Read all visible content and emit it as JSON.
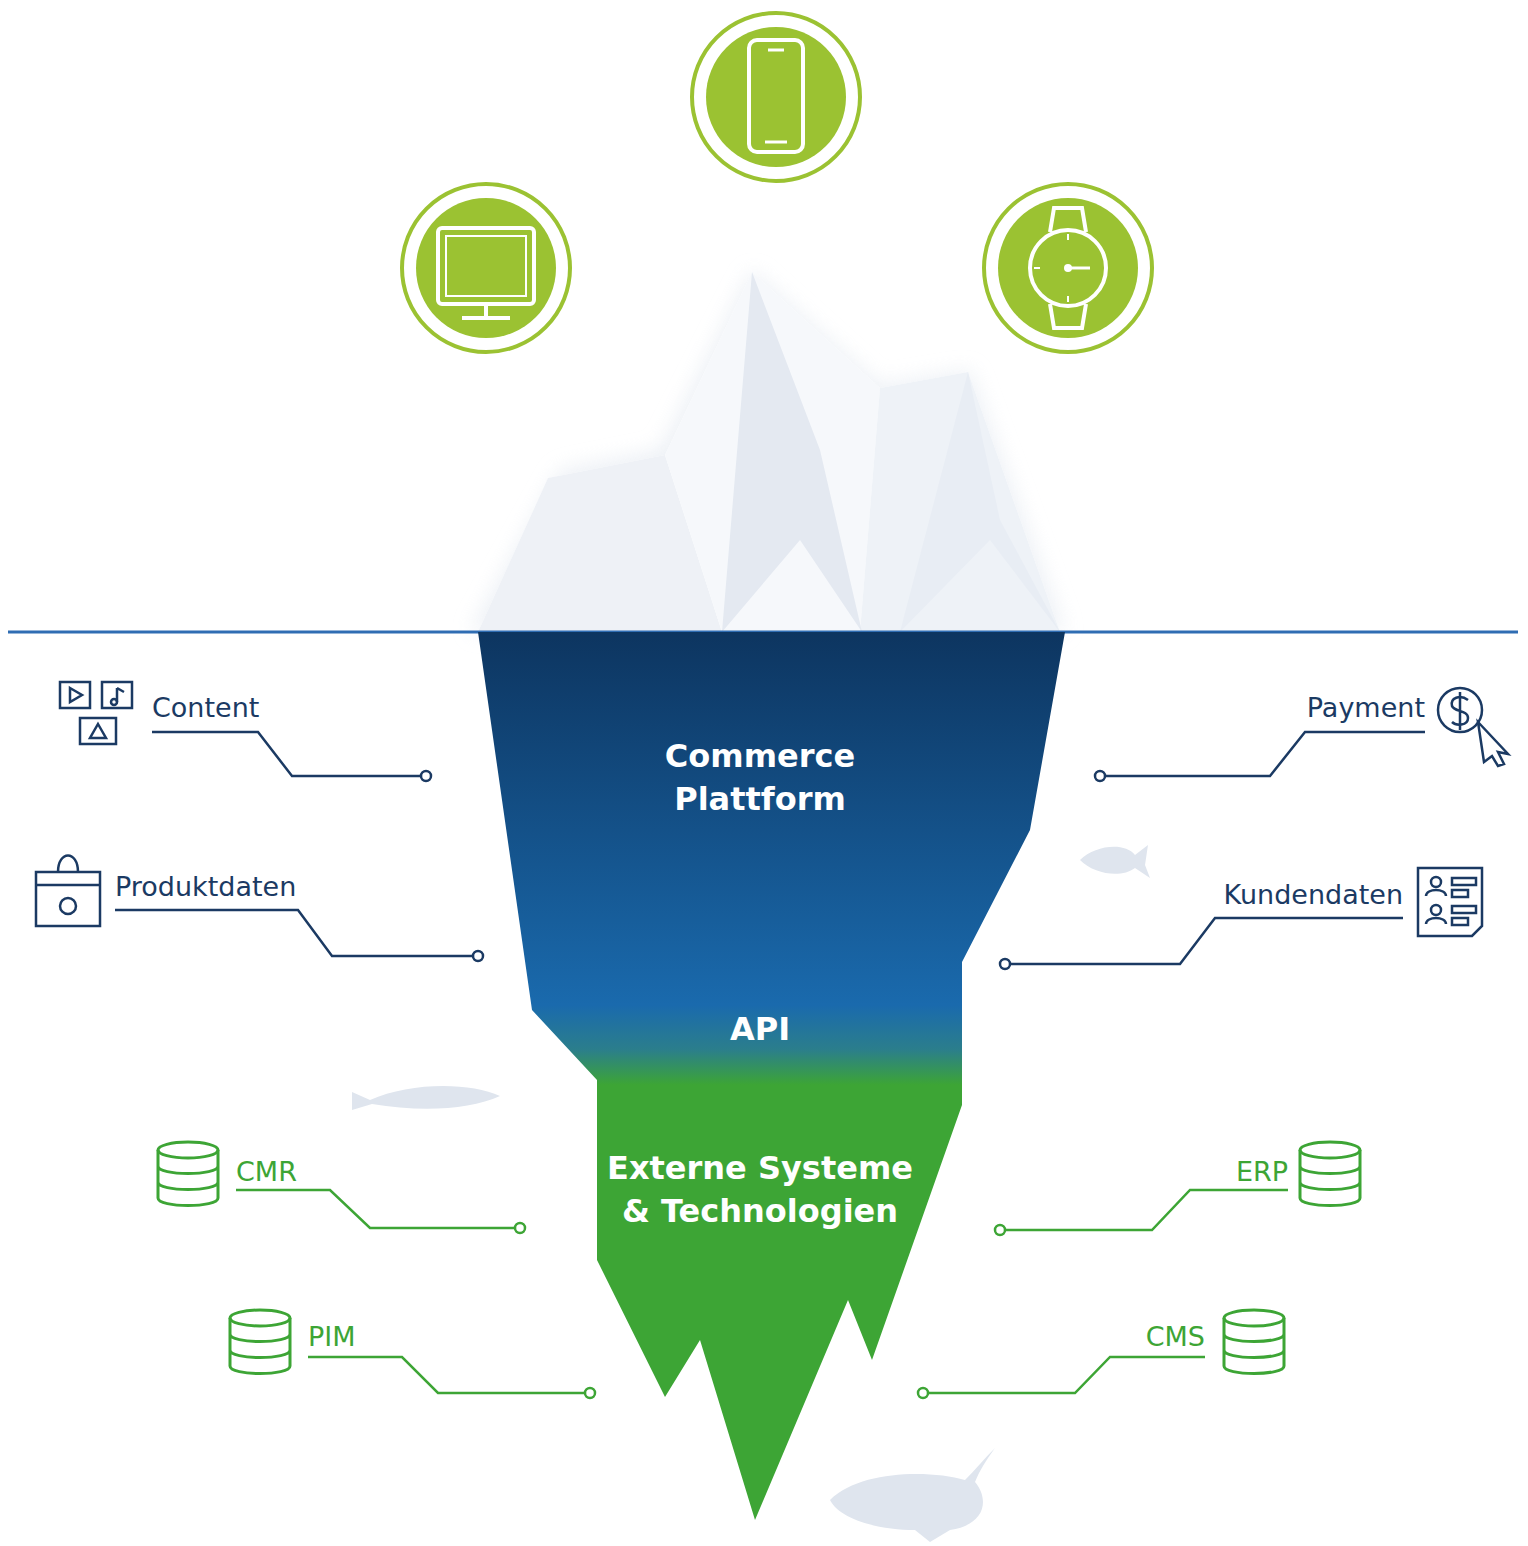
{
  "diagram": {
    "nodes": [
      {
        "text": [
          "Commerce Plattform",
          "API",
          "Externe Systeme & Technologien"
        ]
      }
    ],
    "labels": [
      "Content",
      "Payment",
      "Produktdaten",
      "Kundendaten",
      "CMR",
      "ERP",
      "PIM",
      "CMS"
    ]
  }
}
